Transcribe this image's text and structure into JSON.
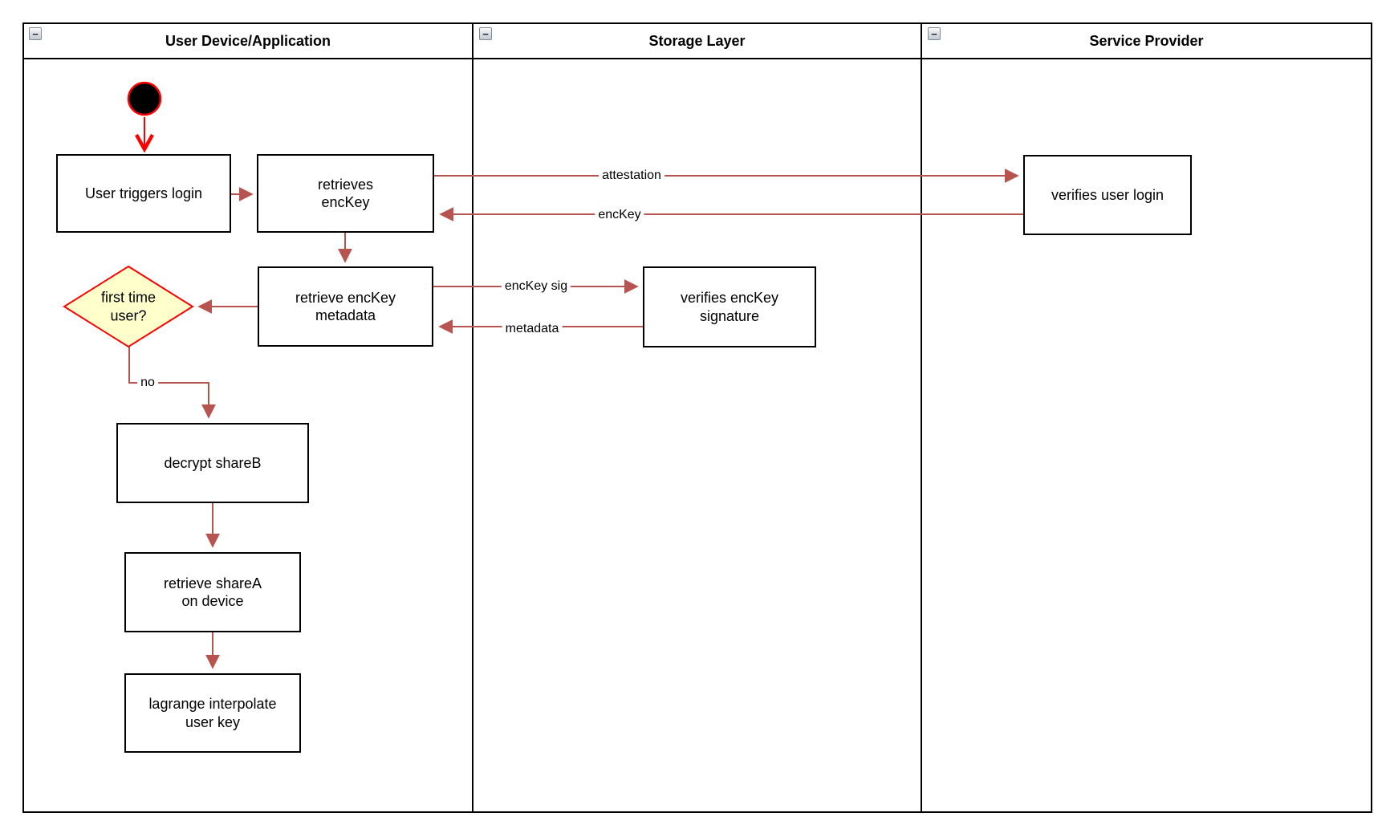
{
  "ui": {
    "collapse_glyph": "−"
  },
  "colors": {
    "connector": "#b85450",
    "start_accent": "#ff0000",
    "decision_fill": "#ffffcc",
    "node_border": "#000000",
    "node_fill": "#ffffff"
  },
  "lanes": [
    {
      "title": "User Device/Application"
    },
    {
      "title": "Storage Layer"
    },
    {
      "title": "Service Provider"
    }
  ],
  "nodes": {
    "user_triggers_login": {
      "label": "User triggers login"
    },
    "retrieves_enckey": {
      "label": "retrieves\nencKey"
    },
    "retrieve_enckey_metadata": {
      "label": "retrieve encKey\nmetadata"
    },
    "first_time_user": {
      "label": "first time\nuser?"
    },
    "decrypt_shareb": {
      "label": "decrypt shareB"
    },
    "retrieve_sharea": {
      "label": "retrieve shareA\non device"
    },
    "lagrange_interpolate": {
      "label": "lagrange interpolate\nuser key"
    },
    "verifies_enckey_signature": {
      "label": "verifies encKey\nsignature"
    },
    "verifies_user_login": {
      "label": "verifies user login"
    }
  },
  "edge_labels": {
    "attestation": "attestation",
    "enckey": "encKey",
    "enckey_sig": "encKey sig",
    "metadata": "metadata",
    "no": "no"
  }
}
